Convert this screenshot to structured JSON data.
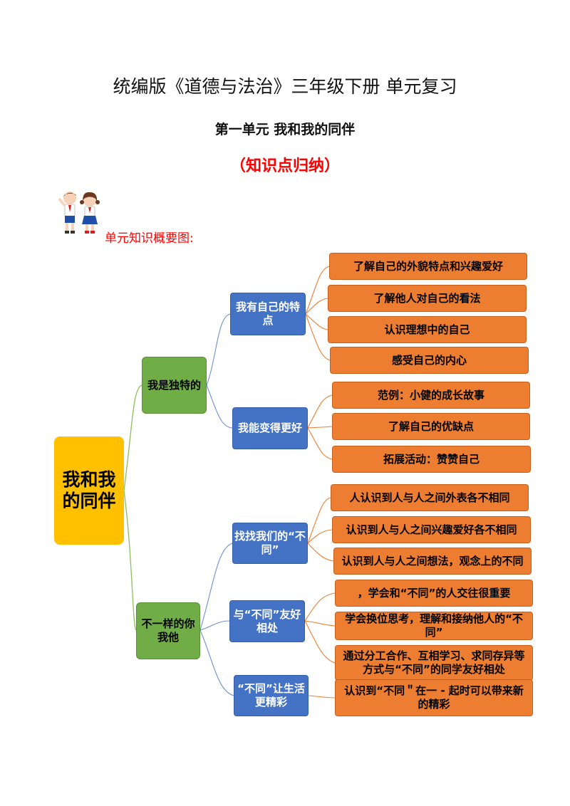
{
  "header": {
    "title": "统编版《道德与法治》三年级下册  单元复习",
    "subtitle": "第一单元  我和我的同伴",
    "section": "（知识点归纳）",
    "overview_label": "单元知识概要图:"
  },
  "mindmap": {
    "root": "我和我的同伴",
    "branches": [
      {
        "label": "我是独特的"
      },
      {
        "label": "不一样的你我他"
      }
    ],
    "topics": [
      {
        "label": "我有自己的特点"
      },
      {
        "label": "我能变得更好"
      },
      {
        "label": "找找我们的“不同”"
      },
      {
        "label": "与“不同”友好相处"
      },
      {
        "label": "“不同”让生活更精彩"
      }
    ],
    "points": [
      "了解自己的外貌特点和兴趣爱好",
      "了解他人对自己的看法",
      "认识理想中的自己",
      "感受自己的内心",
      "范例：小健的成长故事",
      "了解自己的优缺点",
      "拓展活动：赞赞自己",
      "人认识到人与人之间外表各不相同",
      "认识到人与人之间兴趣爱好各不相同",
      "认识到人与人之间想法，观念上的不同",
      "，学会和“不同”的人交往很重要",
      "学会换位思考，理解和接纳他人的“不同”",
      "通过分工合作、互相学习、求同存异等方式与“不同”的同学友好相处",
      "认识到“不同＂在一 - 起时可以带来新的精彩"
    ]
  },
  "colors": {
    "root": "#ffc000",
    "branch": "#70ad47",
    "topic": "#4472c4",
    "point": "#ed7d31",
    "title_red": "#ff0000"
  },
  "icons": [
    "kids-illustration"
  ]
}
